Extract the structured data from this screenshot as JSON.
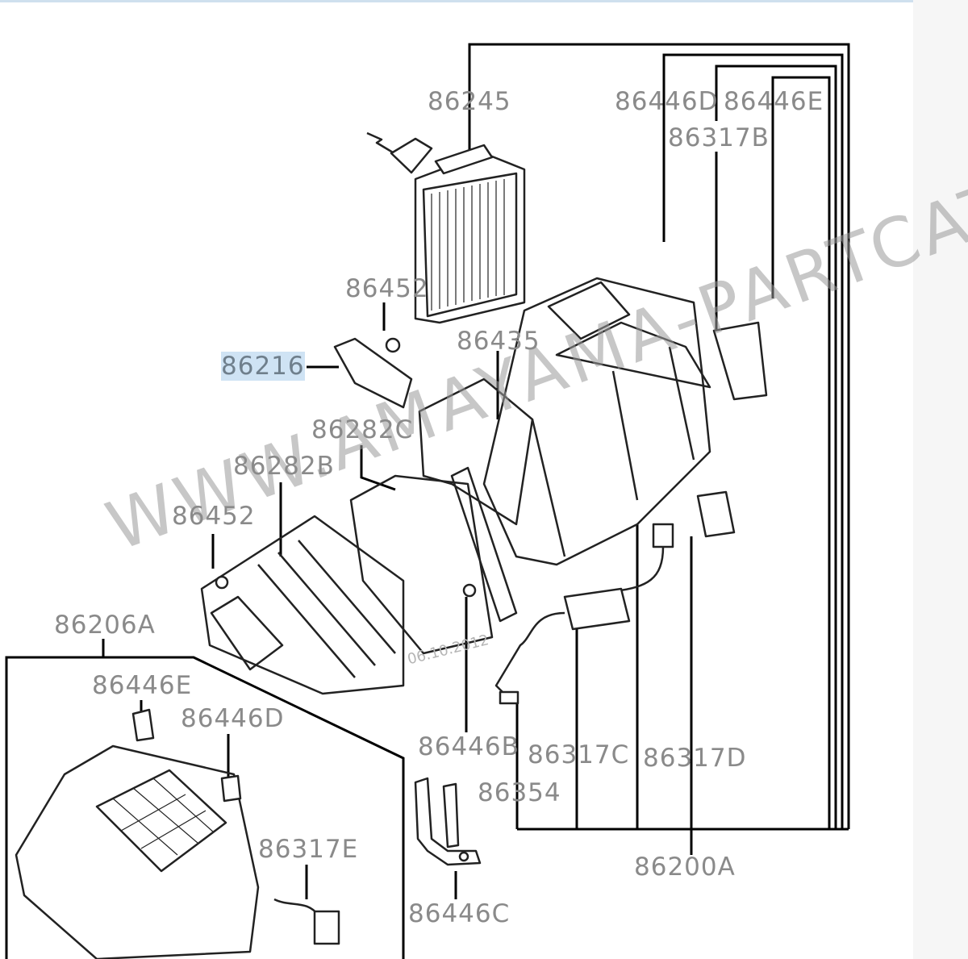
{
  "diagram": {
    "labels": {
      "p86245": "86245",
      "p86446D_top": "86446D",
      "p86446E_top": "86446E",
      "p86317B": "86317B",
      "p86452_top": "86452",
      "p86435": "86435",
      "p86216": "86216",
      "p86282C": "86282C",
      "p86282B": "86282B",
      "p86452_mid": "86452",
      "p86206A": "86206A",
      "p86446E_low": "86446E",
      "p86446D_low": "86446D",
      "p86446B": "86446B",
      "p86317C": "86317C",
      "p86317D": "86317D",
      "p86354": "86354",
      "p86317E": "86317E",
      "p86200A": "86200A",
      "p86446C": "86446C"
    },
    "selected_part": "86216",
    "watermark": "WWW.AMAYAMA-PARTCATS.RU",
    "date_stamp": "06.10.2012"
  },
  "colors": {
    "label": "#8a8a8a",
    "selection": "#cfe3f4",
    "line": "#000000"
  }
}
